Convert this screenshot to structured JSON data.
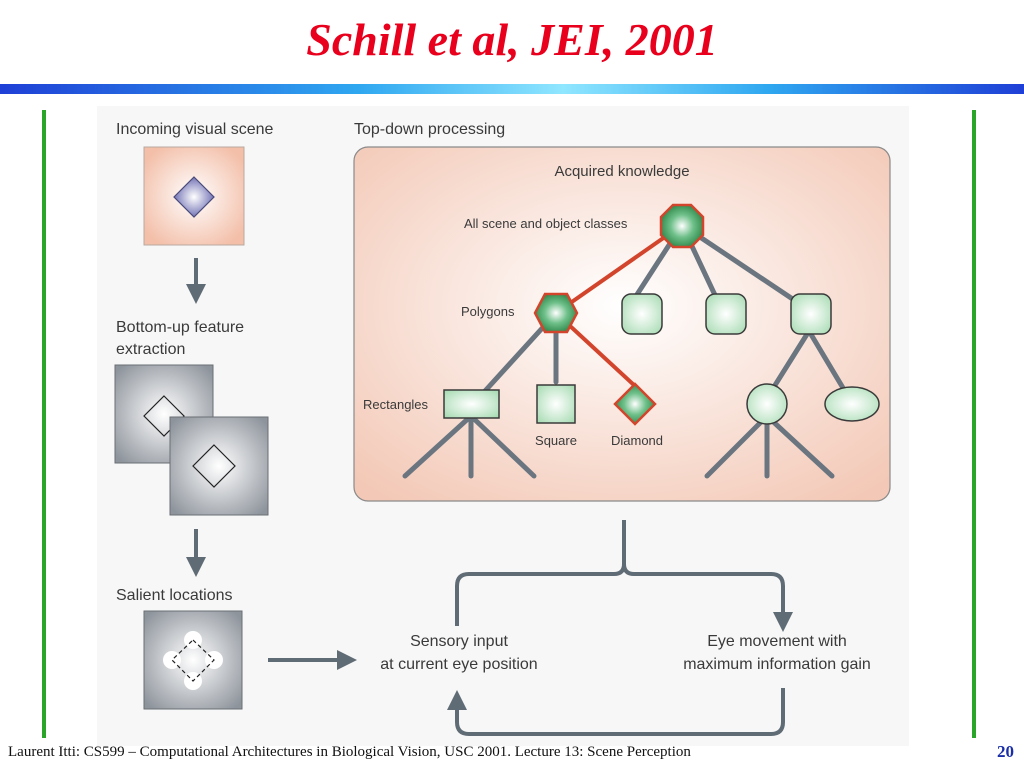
{
  "slide": {
    "title": "Schill et al, JEI, 2001",
    "footer": "Laurent Itti: CS599 – Computational Architectures in Biological Vision, USC 2001. Lecture 13: Scene Perception",
    "page_number": "20"
  },
  "diagram": {
    "left_column": {
      "incoming_label": "Incoming visual scene",
      "bottom_up_line1": "Bottom-up feature",
      "bottom_up_line2": "extraction",
      "salient_label": "Salient locations"
    },
    "top_down": {
      "label": "Top-down processing",
      "panel_title": "Acquired knowledge",
      "root_label": "All scene and object classes",
      "polygons_label": "Polygons",
      "rectangles_label": "Rectangles",
      "square_label": "Square",
      "diamond_label": "Diamond"
    },
    "loop": {
      "sensory_line1": "Sensory input",
      "sensory_line2": "at current eye position",
      "eye_line1": "Eye movement with",
      "eye_line2": "maximum information gain"
    },
    "colors": {
      "title_red": "#e8001c",
      "accent_green": "#2aa52a",
      "path_red": "#d2452c",
      "panel_fill": "#f6d2c4",
      "node_green": "#2f8f4a",
      "edge_gray": "#6a7580"
    }
  }
}
